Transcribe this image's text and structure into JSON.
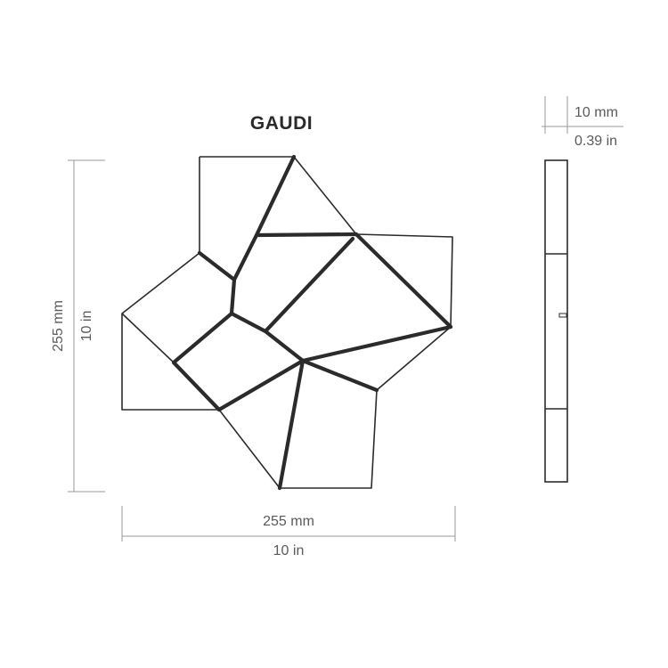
{
  "title": "GAUDI",
  "dimensions": {
    "width_mm": "255 mm",
    "width_in": "10 in",
    "height_mm": "255 mm",
    "height_in": "10 in",
    "thickness_mm": "10 mm",
    "thickness_in": "0.39 in"
  },
  "colors": {
    "thin_line": "#2b2b2b",
    "thick_line": "#2b2b2b",
    "dimension_line": "#9a9a9a",
    "text": "#5a5a5a"
  }
}
